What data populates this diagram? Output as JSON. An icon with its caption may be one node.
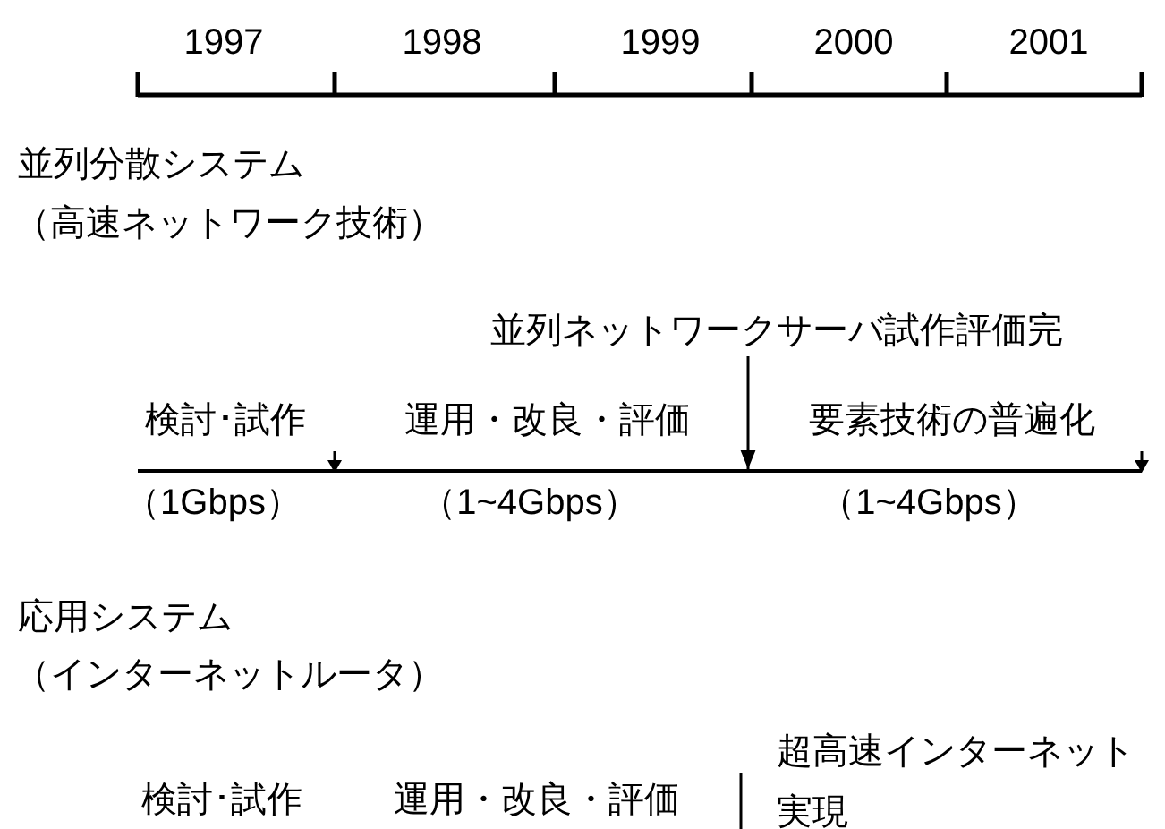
{
  "diagram": {
    "nodes": [
      {
        "text": [
          "並列ネットワークサーバ試作評価完"
        ]
      },
      {
        "text": [],
        "shape": "bar"
      }
    ],
    "edges": [
      {
        "from": 0,
        "to": 1,
        "arrow": "to"
      }
    ],
    "labels": [
      "1997",
      "1998",
      "1999",
      "2000",
      "2001",
      "並列分散システム",
      "（高速ネットワーク技術）",
      "検討･試作",
      "運用・改良・評価",
      "要素技術の普遍化",
      "（1Gbps）",
      "（1~4Gbps）",
      "（1~4Gbps）",
      "応用システム",
      "（インターネットルータ）",
      "検討･試作",
      "運用・改良・評価",
      "超高速インターネット実現"
    ]
  }
}
